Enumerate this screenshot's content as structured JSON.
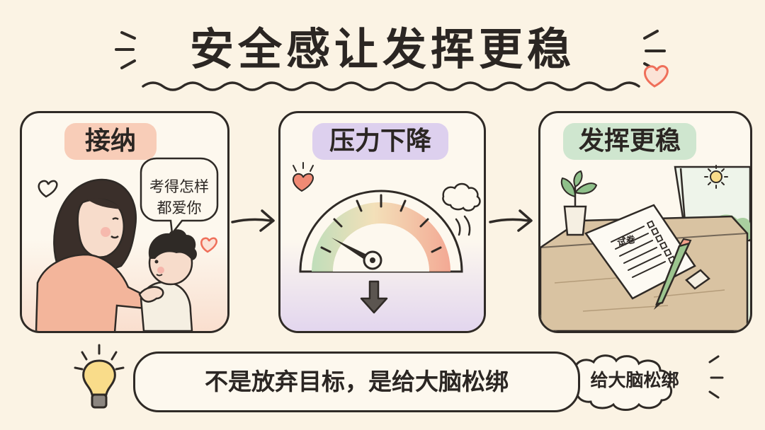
{
  "title": "安全感让发挥更稳",
  "panels": [
    {
      "label": "接纳",
      "bubble_lines": [
        "考得怎样",
        "都爱你"
      ]
    },
    {
      "label": "压力下降"
    },
    {
      "label": "发挥更稳",
      "paper_title": "试卷"
    }
  ],
  "banner": {
    "text": "不是放弃目标，是给大脑松绑"
  },
  "cloud_label": "给大脑松绑",
  "colors": {
    "background": "#fbf3e4",
    "ink": "#2f2a26",
    "accept": "#f8cdb8",
    "pressure": "#ddd0ee",
    "steady": "#cfe6cf",
    "heart": "#ef6f5a"
  },
  "icons": [
    "heart-icon",
    "arrow-right-icon",
    "down-arrow-icon",
    "sun-icon",
    "cloud-icon",
    "lightbulb-icon",
    "pencil-icon",
    "eraser-icon",
    "plant-icon"
  ]
}
